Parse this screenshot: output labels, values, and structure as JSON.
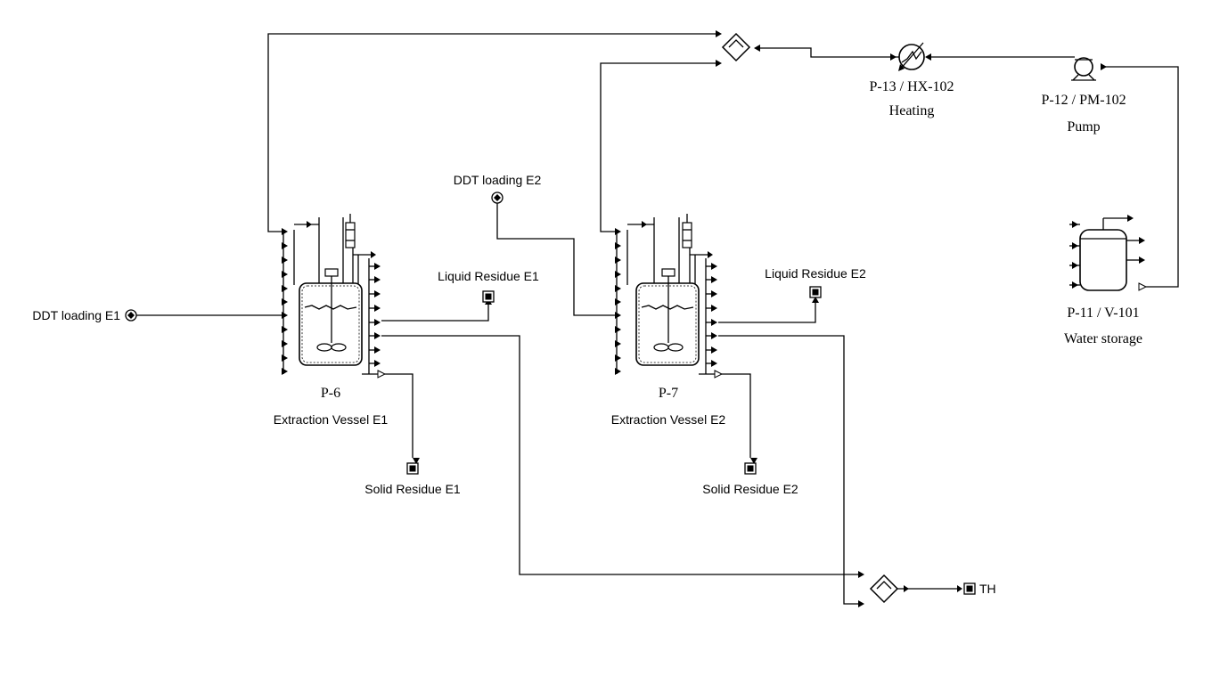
{
  "diagram": {
    "units": {
      "p6": {
        "id": "P-6",
        "name": "Extraction Vessel E1"
      },
      "p7": {
        "id": "P-7",
        "name": "Extraction Vessel E2"
      },
      "p11": {
        "id": "P-11 / V-101",
        "name": "Water storage"
      },
      "p12": {
        "id": "P-12 / PM-102",
        "name": "Pump"
      },
      "p13": {
        "id": "P-13 / HX-102",
        "name": "Heating"
      }
    },
    "streams": {
      "ddt_e1": "DDT loading E1",
      "ddt_e2": "DDT loading E2",
      "liquid_e1": "Liquid Residue E1",
      "liquid_e2": "Liquid Residue E2",
      "solid_e1": "Solid Residue E1",
      "solid_e2": "Solid Residue E2",
      "th": "TH"
    },
    "icons": [
      "reactor-icon",
      "heat-exchanger-icon",
      "pump-icon",
      "storage-tank-icon",
      "splitter-icon",
      "mixer-icon",
      "stream-source-icon",
      "stream-sink-icon"
    ]
  }
}
